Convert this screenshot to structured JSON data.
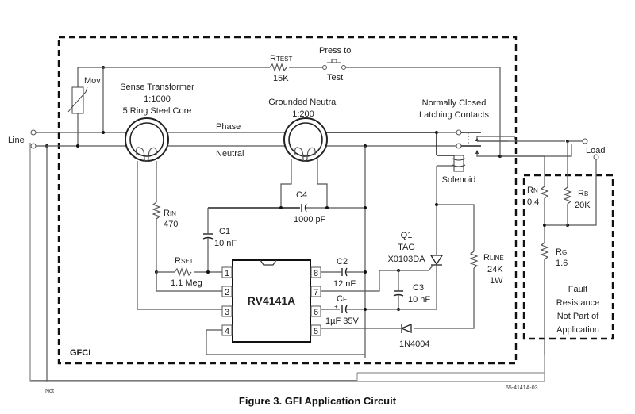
{
  "figure": {
    "caption": "Figure 3.  GFI Application Circuit",
    "figure_id": "65-4141A-03",
    "footnote_fragment": "Not"
  },
  "regions": {
    "gfci_label": "GFCI",
    "fault_box_lines": [
      "Fault",
      "Resistance",
      "Not Part of",
      "Application"
    ]
  },
  "terminals": {
    "line": "Line",
    "load": "Load"
  },
  "conductors": {
    "phase": "Phase",
    "neutral": "Neutral"
  },
  "components": {
    "mov": {
      "label": "Mov"
    },
    "rtest": {
      "name": "R",
      "sub": "TEST",
      "value": "15K"
    },
    "test_switch": {
      "top": "Press to",
      "bottom": "Test"
    },
    "sense_transformer": {
      "lines": [
        "Sense Transformer",
        "1:1000",
        "5 Ring Steel Core"
      ]
    },
    "grounded_neutral": {
      "lines": [
        "Grounded Neutral",
        "1:200"
      ]
    },
    "contacts": {
      "lines": [
        "Normally Closed",
        "Latching Contacts"
      ]
    },
    "solenoid": {
      "label": "Solenoid"
    },
    "rin": {
      "name": "R",
      "sub": "IN",
      "value": "470"
    },
    "c1": {
      "name": "C1",
      "value": "10 nF"
    },
    "c4": {
      "name": "C4",
      "value": "1000 pF"
    },
    "rset": {
      "name": "R",
      "sub": "SET",
      "value": "1.1 Meg"
    },
    "chip": {
      "name": "RV4141A",
      "pins_left": [
        "1",
        "2",
        "3",
        "4"
      ],
      "pins_right": [
        "8",
        "7",
        "6",
        "5"
      ]
    },
    "c2": {
      "name": "C2",
      "value": "12 nF"
    },
    "cf": {
      "name": "C",
      "sub": "F",
      "value": "1µF 35V"
    },
    "q1": {
      "lines": [
        "Q1",
        "TAG",
        "X0103DA"
      ]
    },
    "c3": {
      "name": "C3",
      "value": "10 nF"
    },
    "rline": {
      "name": "R",
      "sub": "LINE",
      "value": "24K",
      "rating": "1W"
    },
    "diode": {
      "name": "1N4004"
    },
    "rn": {
      "name": "R",
      "sub": "N",
      "value": "0.4"
    },
    "rb": {
      "name": "R",
      "sub": "B",
      "value": "20K"
    },
    "rg": {
      "name": "R",
      "sub": "G",
      "value": "1.6"
    }
  }
}
